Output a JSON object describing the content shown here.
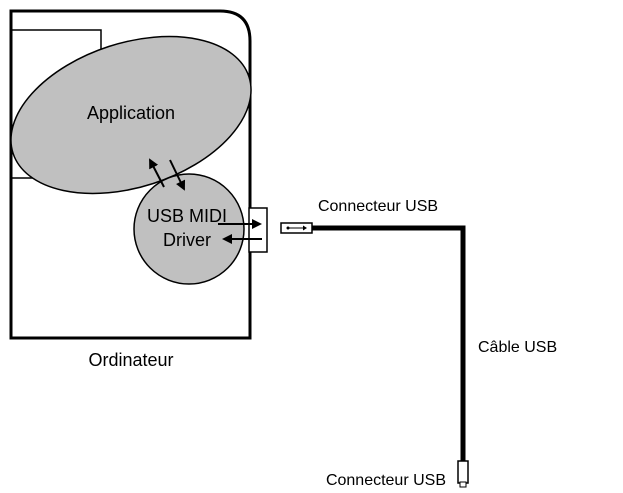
{
  "diagram": {
    "application_label": "Application",
    "driver_label_line1": "USB MIDI",
    "driver_label_line2": "Driver",
    "computer_label": "Ordinateur",
    "connector_top_label": "Connecteur USB",
    "cable_label": "Câble USB",
    "connector_bottom_label": "Connecteur USB",
    "colors": {
      "stroke": "#000000",
      "fill_gray": "#c0c0c0",
      "background": "#ffffff"
    }
  }
}
